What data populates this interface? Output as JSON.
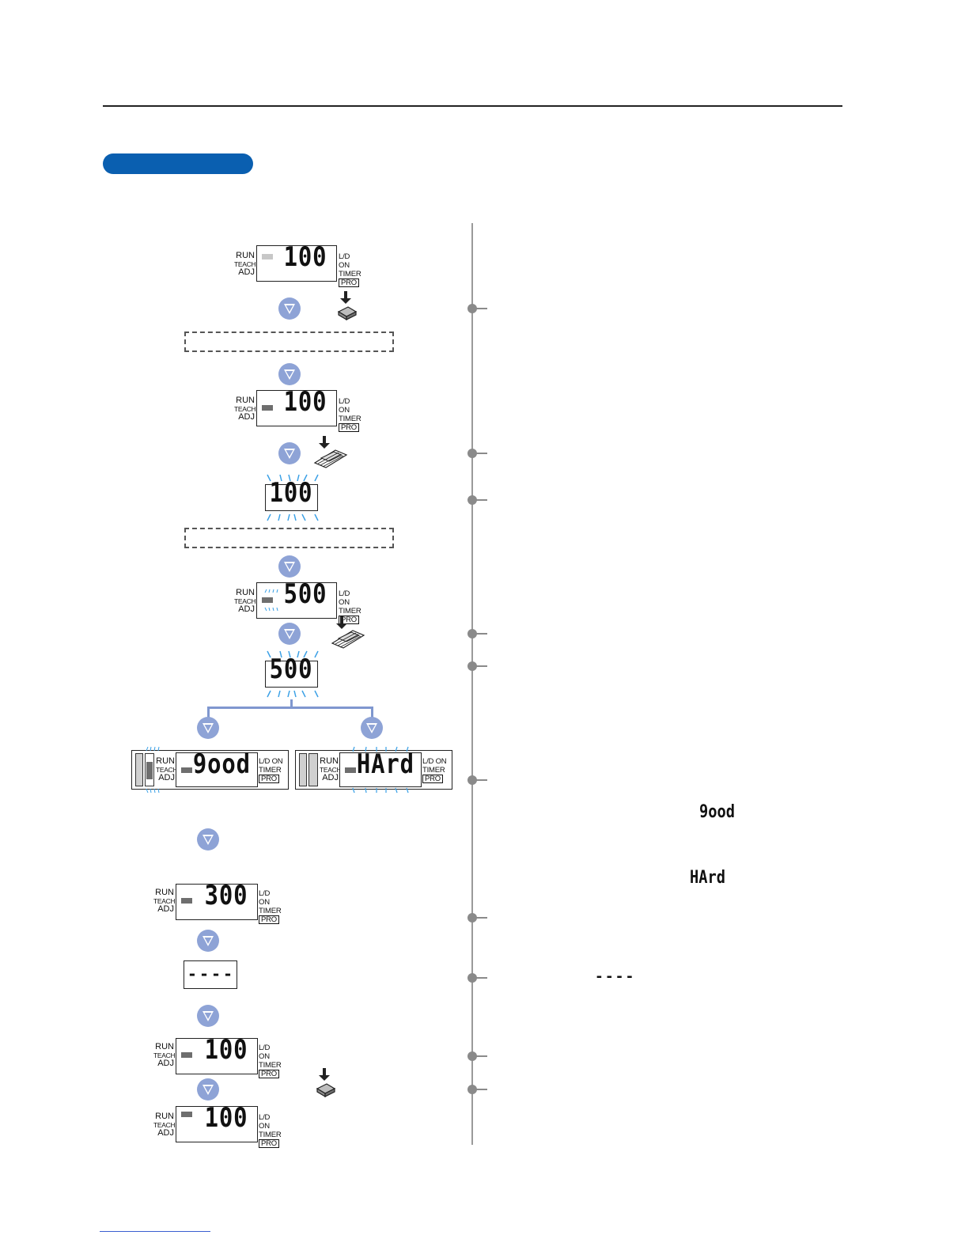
{
  "displays": {
    "d1": {
      "value": "100",
      "mode_run": "RUN",
      "mode_teach": "TEACH",
      "mode_adj": "ADJ",
      "side_ld": "L/D ON",
      "side_timer": "TIMER",
      "side_pro": "PRO"
    },
    "d2": {
      "value": "100",
      "mode_run": "RUN",
      "mode_teach": "TEACH",
      "mode_adj": "ADJ",
      "side_ld": "L/D ON",
      "side_timer": "TIMER",
      "side_pro": "PRO"
    },
    "d3": {
      "value": "100"
    },
    "d4": {
      "value": "500",
      "mode_run": "RUN",
      "mode_teach": "TEACH",
      "mode_adj": "ADJ",
      "side_ld": "L/D ON",
      "side_timer": "TIMER",
      "side_pro": "PRO"
    },
    "d5": {
      "value": "500"
    },
    "good": {
      "value": "9ood",
      "mode_run": "RUN",
      "mode_teach": "TEACH",
      "mode_adj": "ADJ",
      "side_ld": "L/D ON",
      "side_timer": "TIMER",
      "side_pro": "PRO"
    },
    "hard": {
      "value": "HArd",
      "mode_run": "RUN",
      "mode_teach": "TEACH",
      "mode_adj": "ADJ",
      "side_ld": "L/D ON",
      "side_timer": "TIMER",
      "side_pro": "PRO"
    },
    "d6": {
      "value": "300",
      "mode_run": "RUN",
      "mode_teach": "TEACH",
      "mode_adj": "ADJ",
      "side_ld": "L/D ON",
      "side_timer": "TIMER",
      "side_pro": "PRO"
    },
    "d7": {
      "value": "----"
    },
    "d8": {
      "value": "100",
      "mode_run": "RUN",
      "mode_teach": "TEACH",
      "mode_adj": "ADJ",
      "side_ld": "L/D ON",
      "side_timer": "TIMER",
      "side_pro": "PRO"
    },
    "d9": {
      "value": "100",
      "mode_run": "RUN",
      "mode_teach": "TEACH",
      "mode_adj": "ADJ",
      "side_ld": "L/D ON",
      "side_timer": "TIMER",
      "side_pro": "PRO"
    }
  },
  "inline_symbols": {
    "good": "9ood",
    "hard": "HArd",
    "dashes": "----"
  },
  "colors": {
    "accent": "#0a5fb0",
    "arrow": "#8ea3d6",
    "blink": "#3aa0e6",
    "timeline": "#9a9a9a"
  },
  "icons": [
    "down-arrow-icon",
    "press-button-icon",
    "press-switch-icon"
  ]
}
